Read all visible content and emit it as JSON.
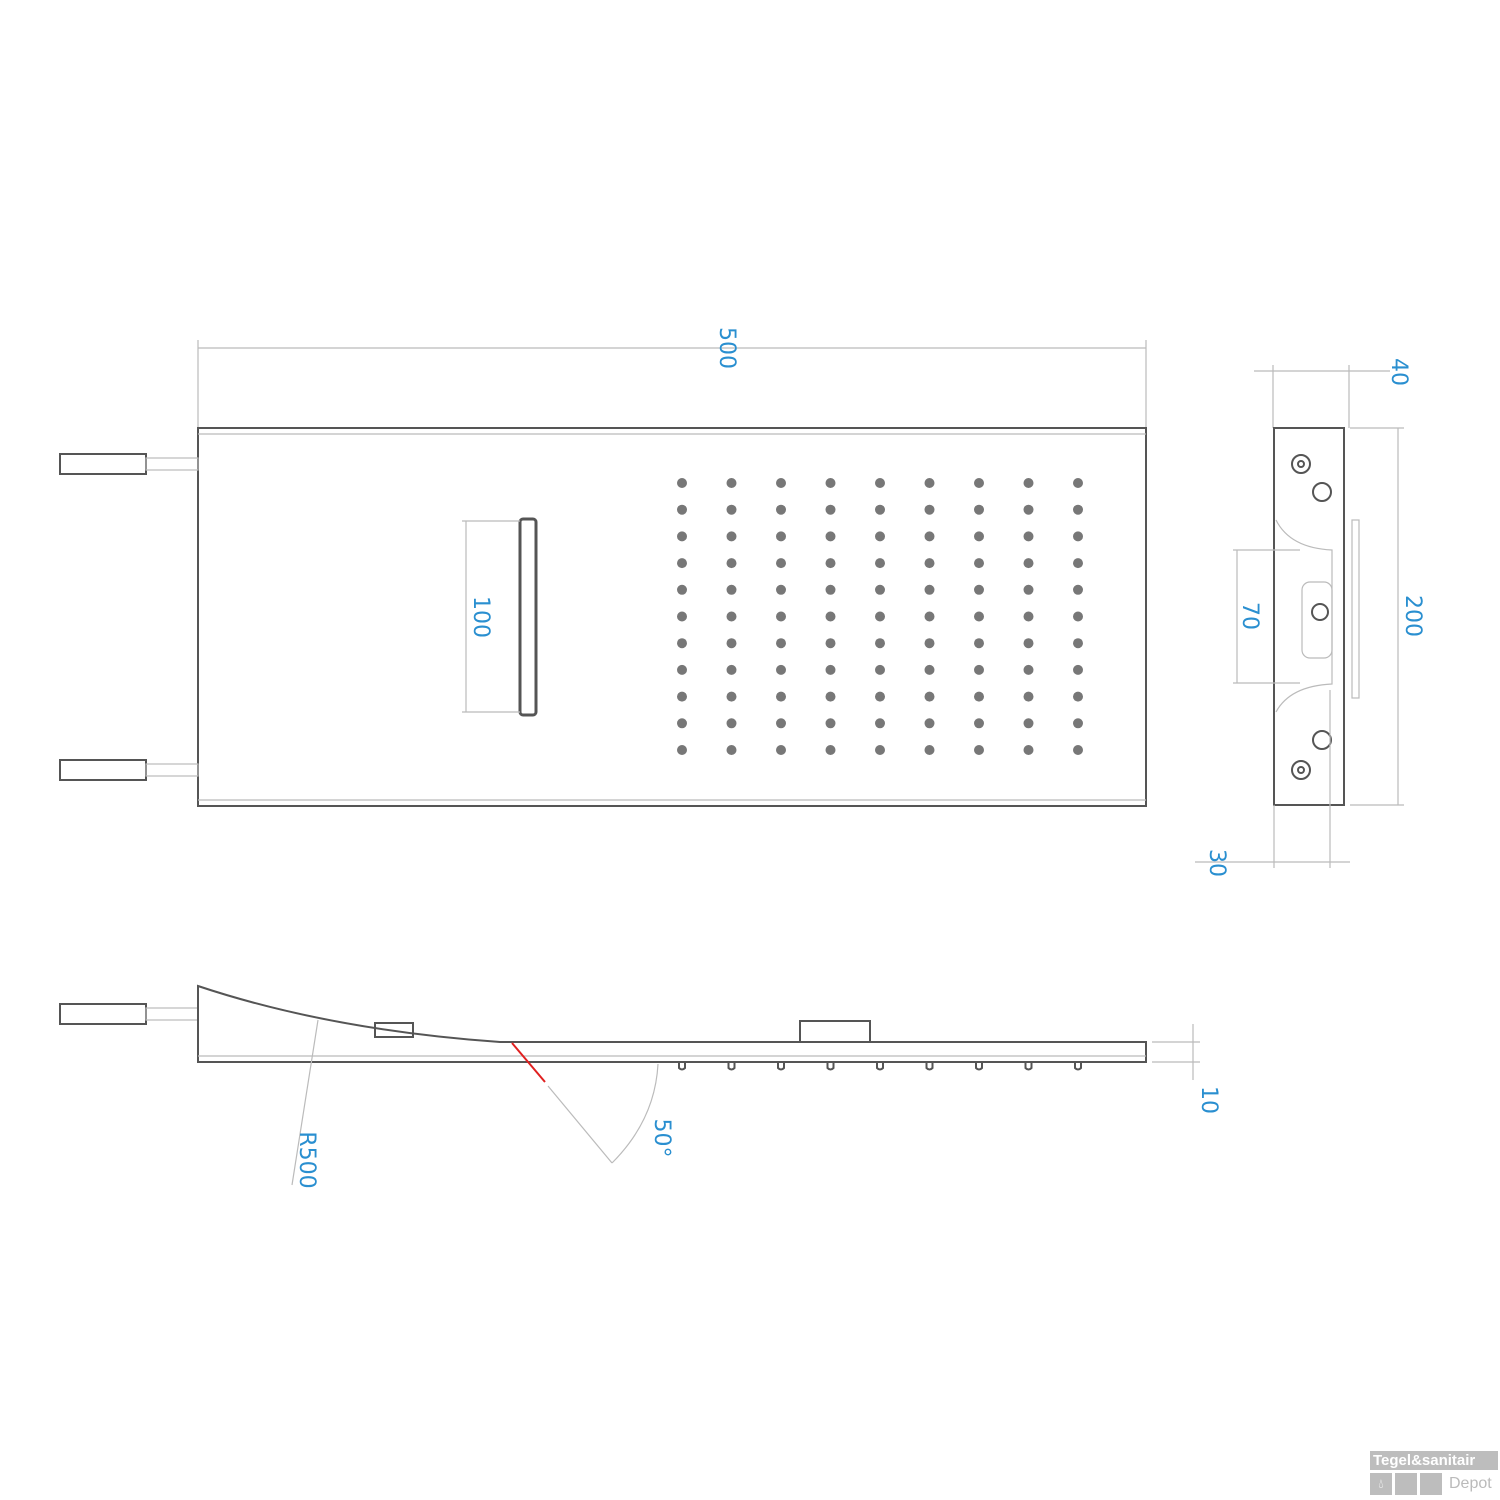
{
  "dimensions": {
    "width": "500",
    "depth": "40",
    "height": "200",
    "outlet": "70",
    "bottom": "30",
    "waterfall": "100",
    "thickness": "10",
    "radius": "R500",
    "angle": "50°"
  },
  "nozzle_grid": {
    "columns": 9,
    "rows": 11
  },
  "colors": {
    "dimension": "#2a8fd0",
    "line": "#555555",
    "accent": "#e02020"
  },
  "logo": {
    "brand": "Tegel&sanitair",
    "sub": "Depot"
  }
}
